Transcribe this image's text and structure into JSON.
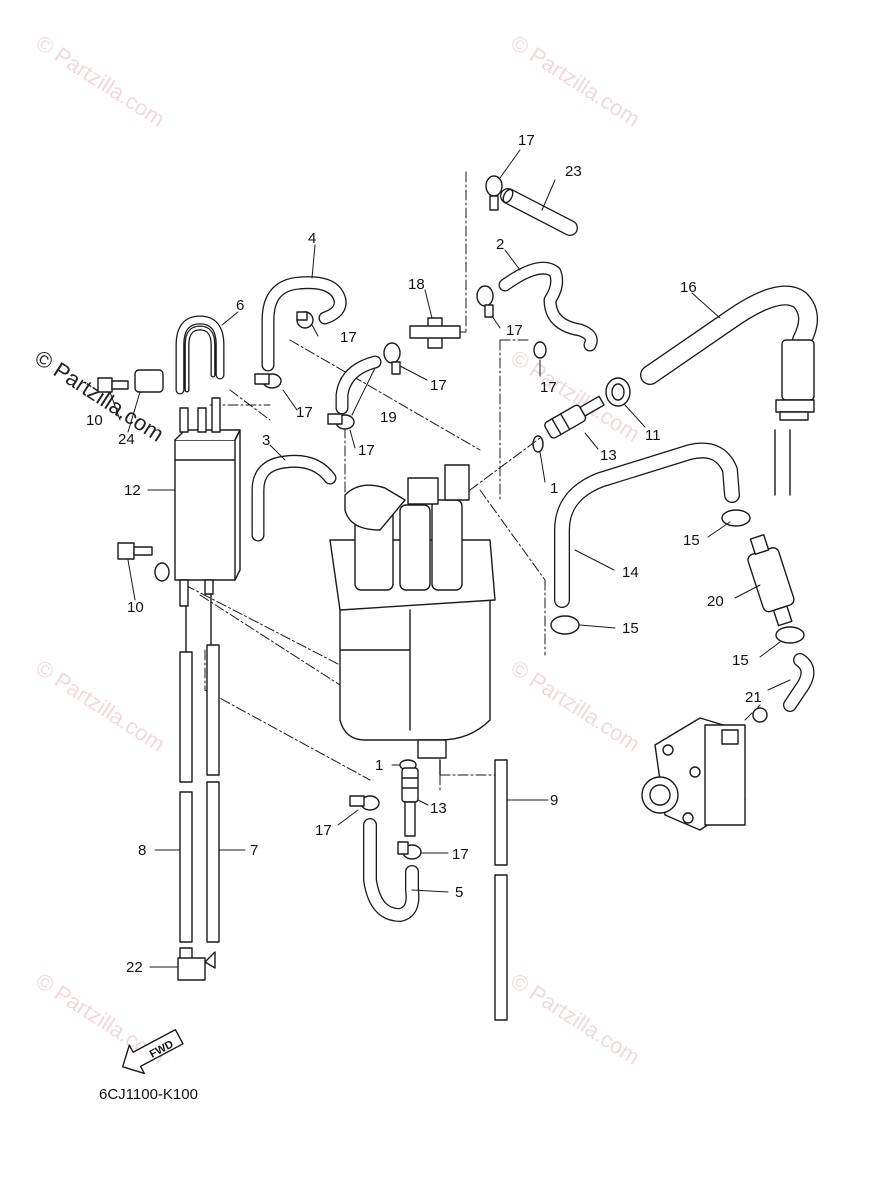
{
  "watermark": "© Partzilla.com",
  "diagram_code": "6CJ1100-K100",
  "fwd_label": "FWD",
  "callouts": {
    "c1a": "1",
    "c1b": "1",
    "c2": "2",
    "c3": "3",
    "c4": "4",
    "c5": "5",
    "c6": "6",
    "c7": "7",
    "c8": "8",
    "c9": "9",
    "c10a": "10",
    "c10b": "10",
    "c11": "11",
    "c12": "12",
    "c13a": "13",
    "c13b": "13",
    "c14": "14",
    "c15a": "15",
    "c15b": "15",
    "c15c": "15",
    "c16": "16",
    "c17a": "17",
    "c17b": "17",
    "c17c": "17",
    "c17d": "17",
    "c17e": "17",
    "c17f": "17",
    "c17g": "17",
    "c17h": "17",
    "c17i": "17",
    "c18": "18",
    "c19": "19",
    "c20": "20",
    "c21": "21",
    "c22": "22",
    "c23": "23",
    "c24": "24"
  },
  "colors": {
    "line": "#1a1a1a",
    "part_fill": "#ffffff",
    "watermark": "#d27878"
  }
}
